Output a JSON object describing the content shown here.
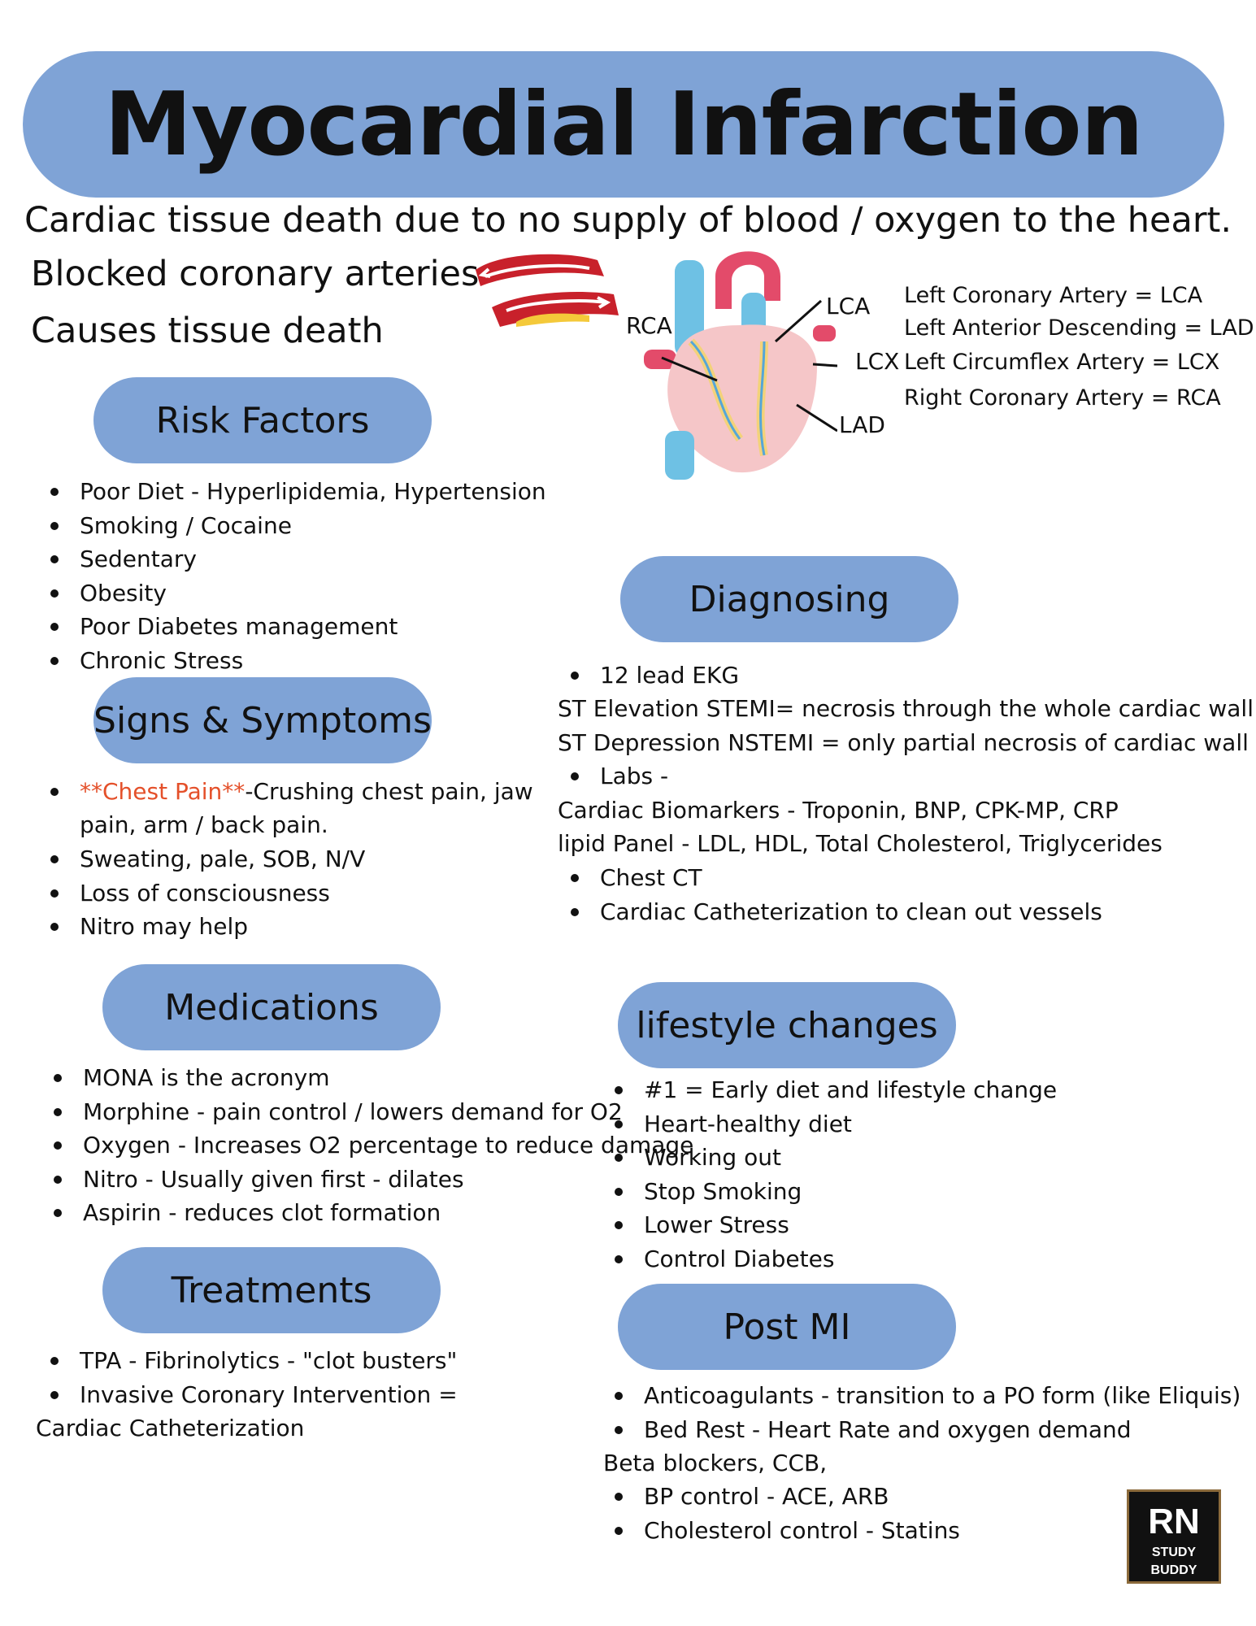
{
  "title": "Myocardial Infarction",
  "subtitle": "Cardiac tissue death due to no supply of blood / oxygen to the heart.",
  "intro": [
    "Blocked coronary arteries",
    "Causes tissue death"
  ],
  "heart_labels": {
    "rca": "RCA",
    "lca": "LCA",
    "lcx": "LCX",
    "lad": "LAD"
  },
  "legend": [
    "Left Coronary Artery = LCA",
    "Left Anterior Descending = LAD",
    "Left Circumflex Artery = LCX",
    "Right Coronary Artery = RCA"
  ],
  "risk_factors": {
    "heading": "Risk Factors",
    "items": [
      "Poor Diet - Hyperlipidemia, Hypertension",
      "Smoking / Cocaine",
      "Sedentary",
      "Obesity",
      "Poor Diabetes management",
      "Chronic Stress"
    ]
  },
  "signs": {
    "heading": "Signs & Symptoms",
    "chest_pain": "**Chest Pain**",
    "chest_pain_rest": "-Crushing chest pain, jaw",
    "chest_pain_cont": "pain, arm / back pain.",
    "items": [
      "Sweating, pale, SOB, N/V",
      "Loss of consciousness",
      "Nitro may help"
    ]
  },
  "medications": {
    "heading": "Medications",
    "items": [
      "MONA is the acronym",
      "Morphine - pain control / lowers demand for O2",
      "Oxygen - Increases O2 percentage to reduce damage",
      "Nitro - Usually given first - dilates",
      "Aspirin - reduces clot formation"
    ]
  },
  "treatments": {
    "heading": "Treatments",
    "items": [
      "TPA - Fibrinolytics - \"clot busters\"",
      "Invasive Coronary Intervention ="
    ],
    "trailing": "Cardiac Catheterization"
  },
  "diagnosing": {
    "heading": "Diagnosing",
    "ekg": "12 lead EKG",
    "stemi": "ST Elevation STEMI= necrosis through the whole cardiac wall",
    "nstemi": "ST Depression NSTEMI  = only partial necrosis of cardiac wall",
    "labs": "Labs -",
    "biomarkers": "Cardiac Biomarkers - Troponin, BNP, CPK-MP, CRP",
    "lipid": "lipid Panel - LDL, HDL, Total Cholesterol, Triglycerides",
    "items": [
      "Chest CT",
      "Cardiac Catheterization to clean out vessels"
    ]
  },
  "lifestyle": {
    "heading": "lifestyle changes",
    "items": [
      "#1 = Early diet and lifestyle change",
      "Heart-healthy diet",
      "Working out",
      "Stop Smoking",
      "Lower Stress",
      "Control Diabetes"
    ]
  },
  "post_mi": {
    "heading": "Post MI",
    "items_a": [
      "Anticoagulants -  transition to a PO form (like Eliquis)",
      "Bed Rest - Heart Rate and oxygen demand"
    ],
    "beta": "Beta blockers, CCB,",
    "items_b": [
      "BP control -  ACE, ARB",
      "Cholesterol control  - Statins"
    ]
  },
  "logo": {
    "line1": "RN",
    "line2": "STUDY BUDDY"
  },
  "colors": {
    "pill": "#7fa3d6",
    "accent_red": "#e4502a"
  }
}
